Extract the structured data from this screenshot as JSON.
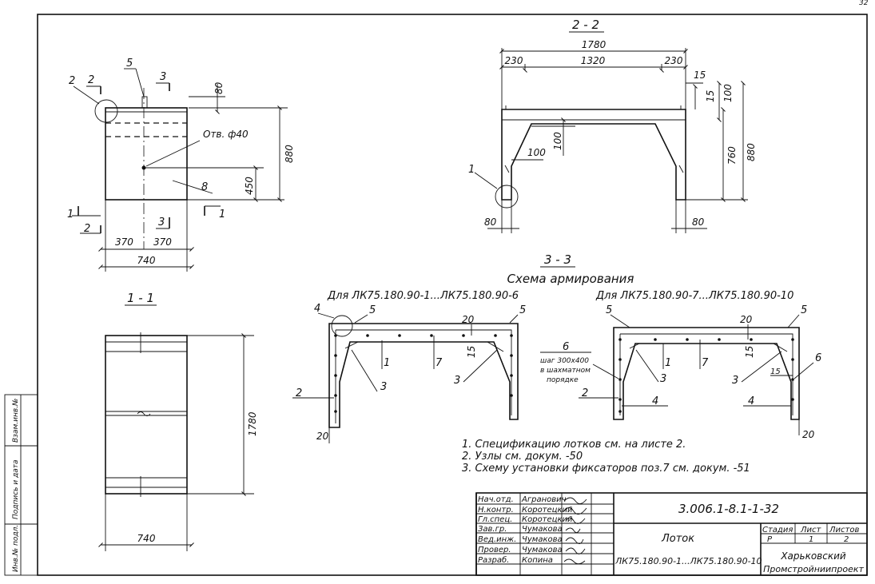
{
  "corner_mark": "32",
  "view_section_22": {
    "title": "2 - 2",
    "dims": {
      "total": "1780",
      "left": "230",
      "middle": "1320",
      "right": "230",
      "t15a": "15",
      "t100": "100",
      "t15b": "15",
      "h760": "760",
      "h880": "880",
      "d100h": "100",
      "d100v": "100",
      "b80l": "80",
      "b80r": "80"
    },
    "callout": "1"
  },
  "view_front": {
    "labels": {
      "l2a": "2",
      "l2b": "2",
      "l5": "5",
      "l3a": "3",
      "l3b": "3",
      "l8": "8",
      "l1a": "1",
      "l1b": "1",
      "l2c": "2"
    },
    "hole_label": "Отв. ф40",
    "dims": {
      "d80": "80",
      "d880": "880",
      "d450": "450",
      "d370a": "370",
      "d370b": "370",
      "d740": "740"
    }
  },
  "view_section_11": {
    "title": "1 - 1",
    "dims": {
      "d1780": "1780",
      "d740": "740"
    }
  },
  "view_section_33": {
    "title": "3 - 3",
    "subtitle": "Схема армирования",
    "left_caption": "Для ЛК75.180.90-1...ЛК75.180.90-6",
    "right_caption": "Для ЛК75.180.90-7...ЛК75.180.90-10",
    "left_labels": {
      "p4": "4",
      "p5a": "5",
      "p5b": "5",
      "p20a": "20",
      "p15": "15",
      "p1": "1",
      "p7": "7",
      "p3a": "3",
      "p3b": "3",
      "p2": "2",
      "p20b": "20"
    },
    "right_labels": {
      "p5a": "5",
      "p5b": "5",
      "p20a": "20",
      "p15": "15",
      "p1": "1",
      "p7": "7",
      "p3a": "3",
      "p3b": "3",
      "p6": "6",
      "p2": "2",
      "p4a": "4",
      "p4b": "4",
      "p15b": "15",
      "p20b": "20"
    },
    "pos6_label": "6",
    "pos6_note": [
      "шаг 300х400",
      "в шахматном",
      "порядке"
    ]
  },
  "notes": [
    "1. Спецификацию лотков см. на листе 2.",
    "2. Узлы см. докум. -50",
    "3. Схему установки фиксаторов поз.7 см. докум. -51"
  ],
  "side_stamp": [
    "Инв.№ подл.",
    "Подпись и дата",
    "Взам.инв.№"
  ],
  "title_block": {
    "roles": [
      "Нач.отд.",
      "Н.контр.",
      "Гл.спец.",
      "Зав.гр.",
      "Вед.инж.",
      "Провер.",
      "Разраб."
    ],
    "names": [
      "Агранович",
      "Коротецкий",
      "Коротецкий",
      "Чумакова",
      "Чумакова",
      "Чумакова",
      "Копина"
    ],
    "doc_code": "3.006.1-8.1-1-32",
    "item_name": "Лоток",
    "item_range": "ЛК75.180.90-1...ЛК75.180.90-10",
    "stage_header": "Стадия",
    "sheet_header": "Лист",
    "sheets_header": "Листов",
    "stage": "Р",
    "sheet": "1",
    "sheets": "2",
    "org_line1": "Харьковский",
    "org_line2": "Промстройниипроект"
  }
}
